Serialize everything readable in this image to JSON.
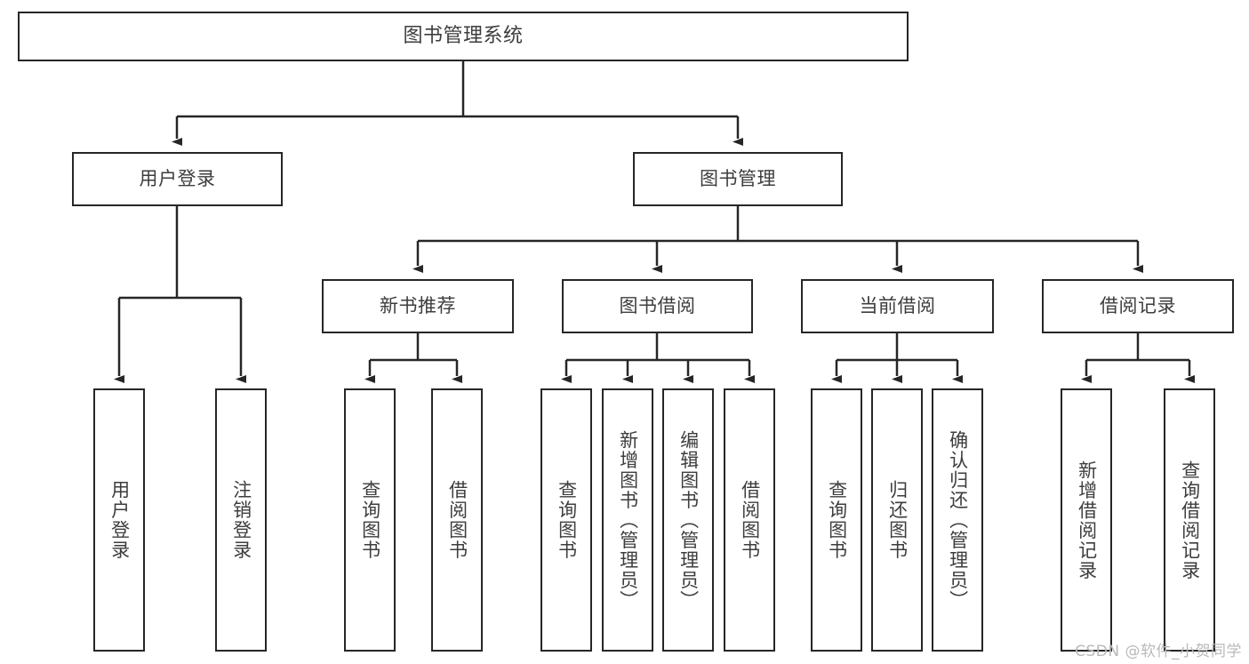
{
  "diagram": {
    "title": "图书管理系统",
    "type": "tree-hierarchy-diagram",
    "watermark": "CSDN @软件_小贺同学",
    "colors": {
      "box_border": "#262626",
      "text": "#3d3d3d",
      "edge": "#262626",
      "background": "#ffffff",
      "watermark": "#b9b9b9"
    },
    "levels": {
      "level1": [
        {
          "id": "root",
          "label": "图书管理系统"
        }
      ],
      "level2": [
        {
          "id": "user-login",
          "label": "用户登录"
        },
        {
          "id": "book-manage",
          "label": "图书管理"
        }
      ],
      "level3": [
        {
          "id": "new-book-recommend",
          "label": "新书推荐"
        },
        {
          "id": "book-borrow",
          "label": "图书借阅"
        },
        {
          "id": "current-borrow",
          "label": "当前借阅"
        },
        {
          "id": "borrow-record",
          "label": "借阅记录"
        }
      ],
      "level4": [
        {
          "id": "leaf-user-login",
          "parent": "user-login",
          "label": "用户登录"
        },
        {
          "id": "leaf-logout",
          "parent": "user-login",
          "label": "注销登录"
        },
        {
          "id": "leaf-query-book-1",
          "parent": "new-book-recommend",
          "label": "查询图书"
        },
        {
          "id": "leaf-borrow-book-1",
          "parent": "new-book-recommend",
          "label": "借阅图书"
        },
        {
          "id": "leaf-query-book-2",
          "parent": "book-borrow",
          "label": "查询图书"
        },
        {
          "id": "leaf-add-book",
          "parent": "book-borrow",
          "label": "新增图书（管理员）"
        },
        {
          "id": "leaf-edit-book",
          "parent": "book-borrow",
          "label": "编辑图书（管理员）"
        },
        {
          "id": "leaf-borrow-book-2",
          "parent": "book-borrow",
          "label": "借阅图书"
        },
        {
          "id": "leaf-query-book-3",
          "parent": "current-borrow",
          "label": "查询图书"
        },
        {
          "id": "leaf-return-book",
          "parent": "current-borrow",
          "label": "归还图书"
        },
        {
          "id": "leaf-confirm-return",
          "parent": "current-borrow",
          "label": "确认归还（管理员）"
        },
        {
          "id": "leaf-add-record",
          "parent": "borrow-record",
          "label": "新增借阅记录"
        },
        {
          "id": "leaf-query-record",
          "parent": "borrow-record",
          "label": "查询借阅记录"
        }
      ]
    }
  }
}
